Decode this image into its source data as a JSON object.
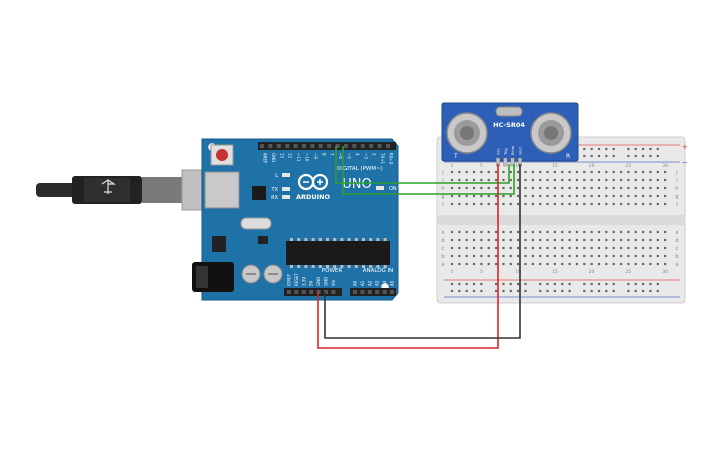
{
  "arduino": {
    "brand": "ARDUINO",
    "model": "UNO",
    "digital_label": "DIGITAL (PWM~)",
    "power_label": "POWER",
    "analog_label": "ANALOG IN",
    "on_label": "ON",
    "led_l": "L",
    "led_tx": "TX",
    "led_rx": "RX",
    "digital_pins": [
      "AREF",
      "GND",
      "13",
      "12",
      "~11",
      "~10",
      "~9",
      "8",
      "7",
      "~6",
      "~5",
      "4",
      "~3",
      "2",
      "TX→1",
      "RX←0"
    ],
    "power_pins": [
      "IOREF",
      "RESET",
      "3.3V",
      "5V",
      "GND",
      "GND",
      "Vin"
    ],
    "analog_pins": [
      "A0",
      "A1",
      "A2",
      "A3",
      "A4",
      "A5"
    ]
  },
  "sensor": {
    "model": "HC-SR04",
    "pins": [
      "Vcc",
      "Trig",
      "Echo",
      "Gnd"
    ],
    "corner_left": "T",
    "corner_right": "R"
  },
  "breadboard": {
    "row_letters_top": [
      "j",
      "i",
      "h",
      "g",
      "f"
    ],
    "row_letters_bottom": [
      "e",
      "d",
      "c",
      "b",
      "a"
    ],
    "column_numbers": [
      "1",
      "5",
      "10",
      "15",
      "20",
      "25",
      "30"
    ],
    "rail_plus": "+",
    "rail_minus": "−"
  },
  "colors": {
    "board_blue": "#1f72a8",
    "wire_green": "#2ca02c",
    "wire_red": "#d62728",
    "wire_black": "#333333",
    "sensor_blue": "#2c5fb5"
  }
}
